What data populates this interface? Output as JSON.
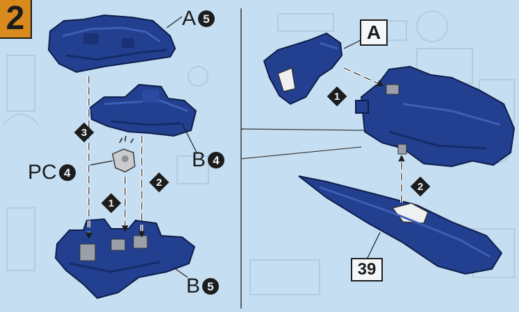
{
  "step": {
    "number": "2"
  },
  "left_panel": {
    "part_a5": {
      "letter": "A",
      "number": "5"
    },
    "part_b4": {
      "letter": "B",
      "number": "4"
    },
    "part_pc4": {
      "letter": "PC",
      "number": "4"
    },
    "part_b5": {
      "letter": "B",
      "number": "5"
    },
    "arrow_steps": [
      "3",
      "1",
      "2"
    ]
  },
  "right_panel": {
    "callout_a": "A",
    "callout_39": "39",
    "arrow_steps": [
      "1",
      "2"
    ]
  },
  "colors": {
    "part_blue": "#1f3a8a",
    "step_badge": "#d98a1c",
    "background": "#c5def2"
  }
}
